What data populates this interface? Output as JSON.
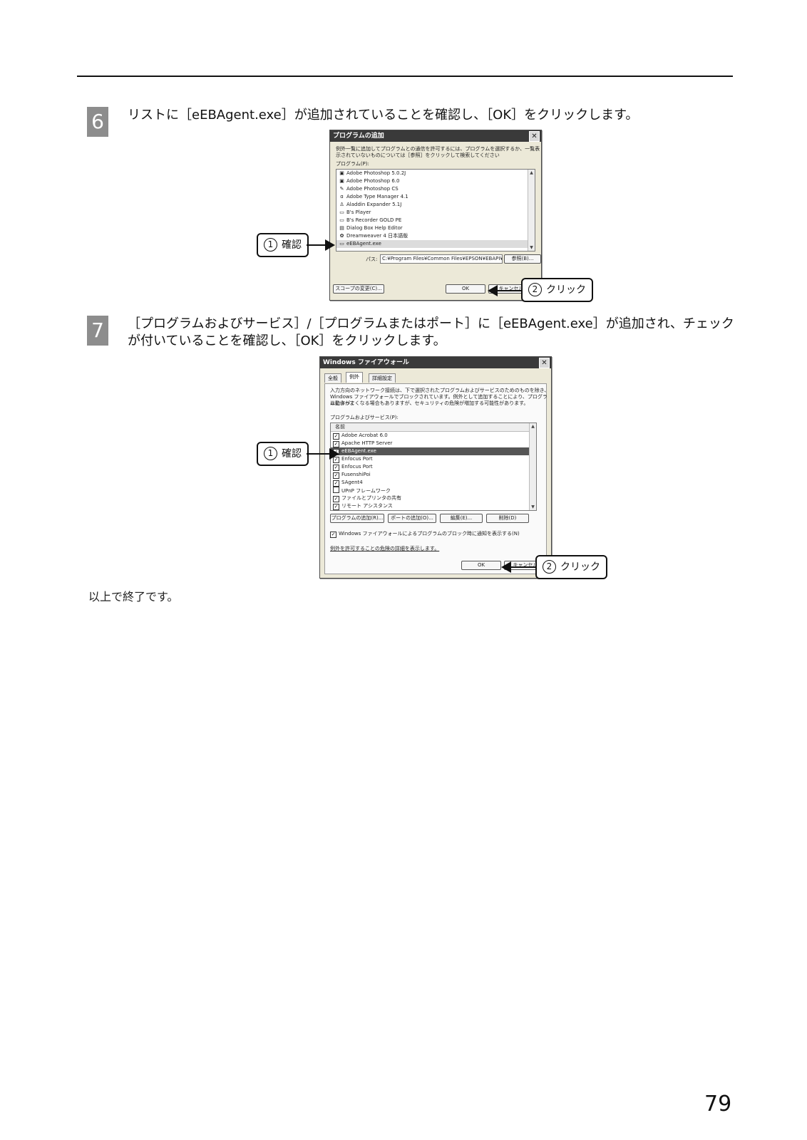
{
  "step6": {
    "number": "6",
    "text": "リストに［eEBAgent.exe］が追加されていることを確認し、［OK］をクリックします。",
    "dialog": {
      "title": "プログラムの追加",
      "description_line1": "例外一覧に追加してプログラムとの通信を許可するには、プログラムを選択するか、一覧表",
      "description_line2": "示されていないものについては［参照］をクリックして検索してください",
      "programs_label": "プログラム(P):",
      "programs": [
        {
          "icon": "▣",
          "label": "Adobe Photoshop 5.0.2J"
        },
        {
          "icon": "▣",
          "label": "Adobe Photoshop 6.0"
        },
        {
          "icon": "✎",
          "label": "Adobe Photoshop CS"
        },
        {
          "icon": "ɑ",
          "label": "Adobe Type Manager 4.1"
        },
        {
          "icon": "♙",
          "label": "Aladdin Expander 5.1J"
        },
        {
          "icon": "▭",
          "label": "B's Player"
        },
        {
          "icon": "▭",
          "label": "B's Recorder GOLD PE"
        },
        {
          "icon": "▤",
          "label": "Dialog Box Help Editor"
        },
        {
          "icon": "✿",
          "label": "Dreamweaver 4 日本語版"
        },
        {
          "icon": "▭",
          "label": "eEBAgent.exe"
        }
      ],
      "path_label": "パス:",
      "path_value": "C:¥Program Files¥Common Files¥EPSON¥EBAPI¥e",
      "browse_button": "参照(B)...",
      "scope_button": "スコープの変更(C)...",
      "ok_button": "OK",
      "cancel_button": "キャンセル"
    },
    "callout_confirm": {
      "num": "1",
      "label": "確認"
    },
    "callout_click": {
      "num": "2",
      "label": "クリック"
    }
  },
  "step7": {
    "number": "7",
    "text_line1": "［プログラムおよびサービス］/［プログラムまたはポート］に［eEBAgent.exe］が追加され、チェック",
    "text_line2": "が付いていることを確認し、［OK］をクリックします。",
    "dialog": {
      "title": "Windows ファイアウォール",
      "tabs": [
        "全般",
        "例外",
        "詳細設定"
      ],
      "active_tab": "例外",
      "description_line1": "入力方向のネットワーク接続は、下で選択されたプログラムおよびサービスのためのものを除き、",
      "description_line2": "Windows ファイアウォールでブロックされています。例外として追加することにより、プログラムによって",
      "description_line3": "は動作がよくなる場合もありますが、セキュリティの危険が増加する可能性があります。",
      "list_label": "プログラムおよびサービス(P):",
      "column_header": "名前",
      "items": [
        {
          "checked": true,
          "label": "Adobe Acrobat 6.0"
        },
        {
          "checked": true,
          "label": "Apache HTTP Server"
        },
        {
          "checked": true,
          "label": "eEBAgent.exe"
        },
        {
          "checked": true,
          "label": "Enfocus Port"
        },
        {
          "checked": true,
          "label": "Enfocus Port"
        },
        {
          "checked": true,
          "label": "FusenshiPoi"
        },
        {
          "checked": true,
          "label": "SAgent4"
        },
        {
          "checked": false,
          "label": "UPnP フレームワーク"
        },
        {
          "checked": true,
          "label": "ファイルとプリンタの共有"
        },
        {
          "checked": true,
          "label": "リモート アシスタンス"
        }
      ],
      "add_program_button": "プログラムの追加(R)...",
      "add_port_button": "ポートの追加(O)...",
      "edit_button": "編集(E)...",
      "delete_button": "削除(D)",
      "notify_label": "Windows ファイアウォールによるプログラムのブロック時に通知を表示する(N)",
      "risk_link": "例外を許可することの危険の詳細を表示します。",
      "ok_button": "OK",
      "cancel_button": "キャンセル"
    },
    "callout_confirm": {
      "num": "1",
      "label": "確認"
    },
    "callout_click": {
      "num": "2",
      "label": "クリック"
    }
  },
  "closing_text": "以上で終了です。",
  "page_number": "79"
}
